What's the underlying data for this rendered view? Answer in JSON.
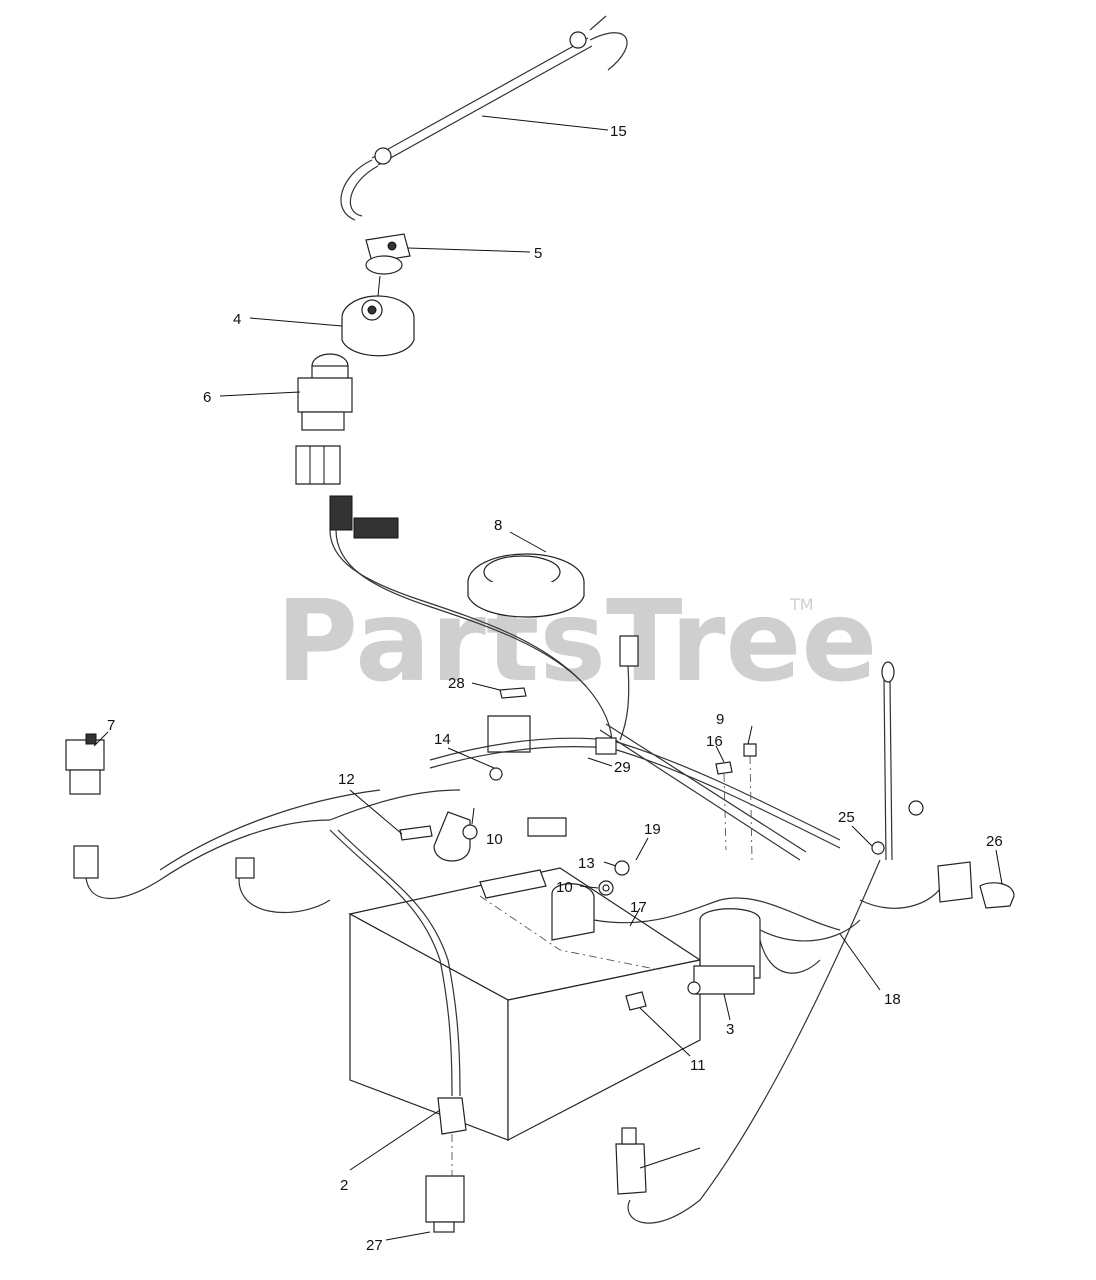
{
  "watermark": {
    "text": "PartsTree",
    "trademark": "TM"
  },
  "callouts": [
    "15",
    "5",
    "4",
    "6",
    "8",
    "28",
    "7",
    "9",
    "14",
    "16",
    "12",
    "29",
    "10",
    "19",
    "25",
    "26",
    "13",
    "10",
    "17",
    "18",
    "3",
    "11",
    "2",
    "27"
  ]
}
